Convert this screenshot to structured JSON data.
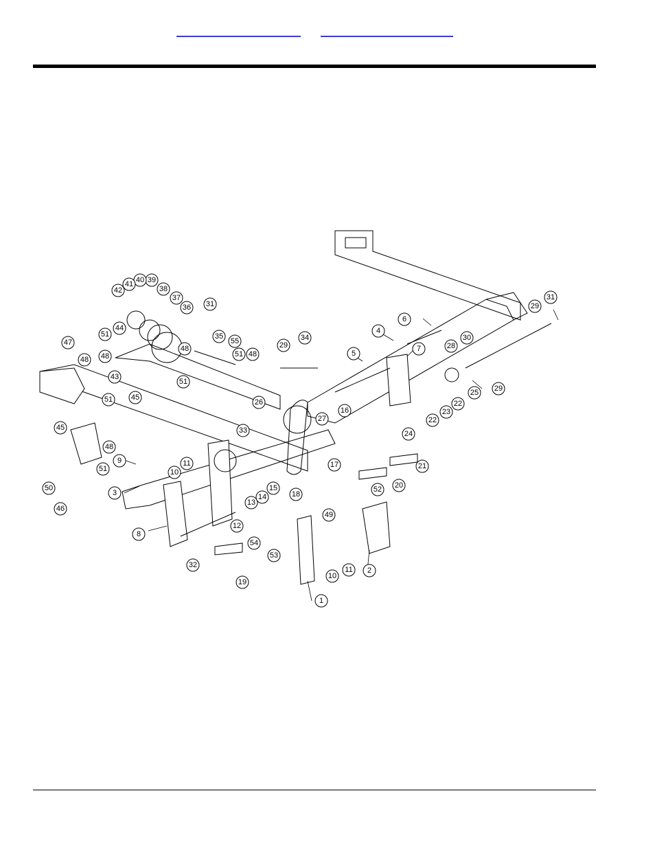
{
  "header": {
    "links": [
      {
        "label": ""
      },
      {
        "label": ""
      }
    ]
  },
  "diagram": {
    "callouts": [
      {
        "n": "1"
      },
      {
        "n": "2"
      },
      {
        "n": "3"
      },
      {
        "n": "4"
      },
      {
        "n": "5"
      },
      {
        "n": "6"
      },
      {
        "n": "7"
      },
      {
        "n": "8"
      },
      {
        "n": "9"
      },
      {
        "n": "10"
      },
      {
        "n": "10"
      },
      {
        "n": "11"
      },
      {
        "n": "11"
      },
      {
        "n": "12"
      },
      {
        "n": "13"
      },
      {
        "n": "14"
      },
      {
        "n": "15"
      },
      {
        "n": "16"
      },
      {
        "n": "17"
      },
      {
        "n": "18"
      },
      {
        "n": "19"
      },
      {
        "n": "20"
      },
      {
        "n": "21"
      },
      {
        "n": "22"
      },
      {
        "n": "22"
      },
      {
        "n": "23"
      },
      {
        "n": "24"
      },
      {
        "n": "25"
      },
      {
        "n": "26"
      },
      {
        "n": "27"
      },
      {
        "n": "28"
      },
      {
        "n": "29"
      },
      {
        "n": "29"
      },
      {
        "n": "29"
      },
      {
        "n": "30"
      },
      {
        "n": "31"
      },
      {
        "n": "31"
      },
      {
        "n": "32"
      },
      {
        "n": "33"
      },
      {
        "n": "34"
      },
      {
        "n": "35"
      },
      {
        "n": "36"
      },
      {
        "n": "37"
      },
      {
        "n": "38"
      },
      {
        "n": "39"
      },
      {
        "n": "40"
      },
      {
        "n": "41"
      },
      {
        "n": "42"
      },
      {
        "n": "43"
      },
      {
        "n": "44"
      },
      {
        "n": "45"
      },
      {
        "n": "45"
      },
      {
        "n": "46"
      },
      {
        "n": "47"
      },
      {
        "n": "48"
      },
      {
        "n": "48"
      },
      {
        "n": "48"
      },
      {
        "n": "48"
      },
      {
        "n": "48"
      },
      {
        "n": "49"
      },
      {
        "n": "50"
      },
      {
        "n": "51"
      },
      {
        "n": "51"
      },
      {
        "n": "51"
      },
      {
        "n": "51"
      },
      {
        "n": "51"
      },
      {
        "n": "52"
      },
      {
        "n": "53"
      },
      {
        "n": "54"
      },
      {
        "n": "55"
      }
    ]
  }
}
